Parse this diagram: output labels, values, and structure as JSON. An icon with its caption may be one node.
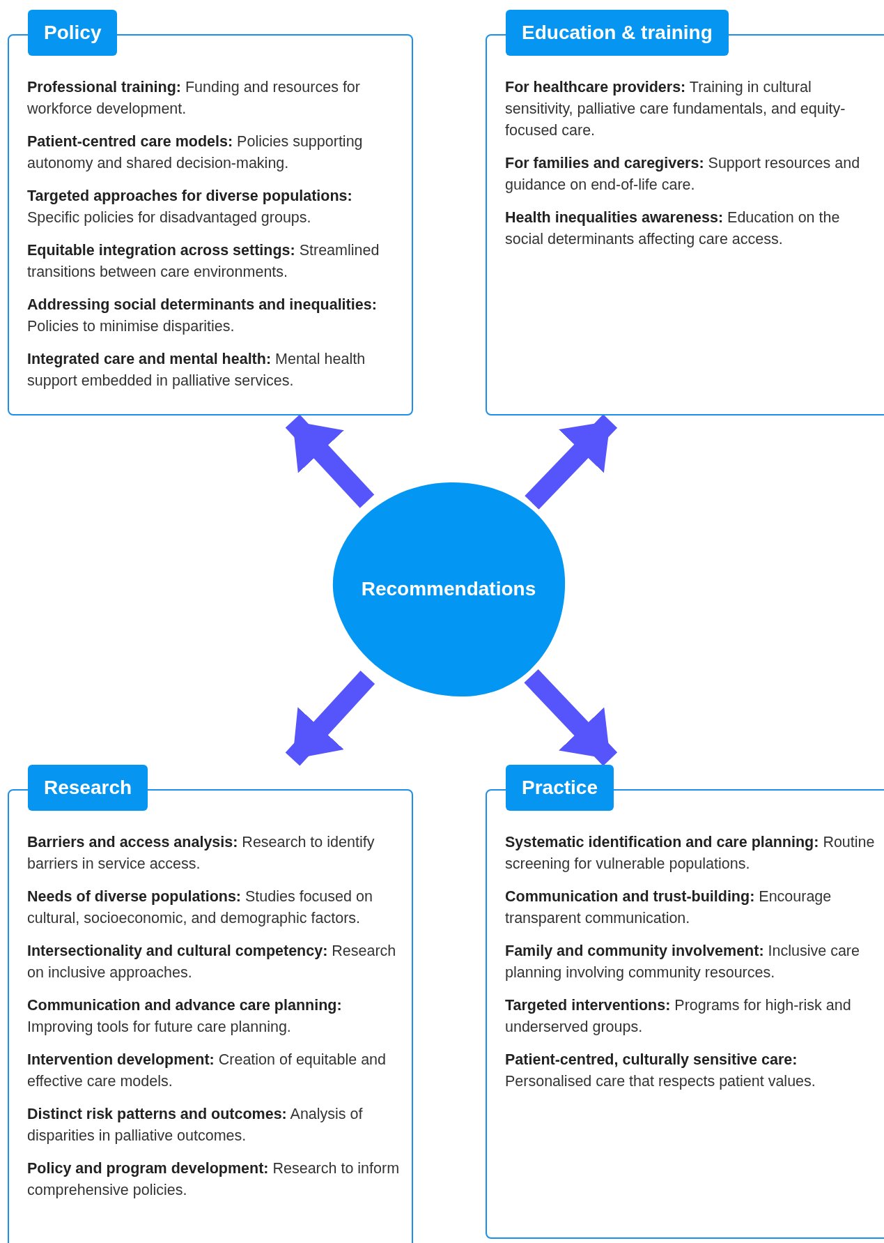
{
  "diagram": {
    "nodes": [
      {
        "text": [
          "Policy",
          "**Professional training:** Funding and resources for workforce development.",
          "**Patient-centred care models:** Policies supporting autonomy and shared decision-making.",
          "**Targeted approaches for diverse populations:** Specific policies for disadvantaged groups.",
          "**Equitable integration across settings:** Streamlined transitions between care environments.",
          "**Addressing social determinants and inequalities:** Policies to minimise disparities.",
          "**Integrated care and mental health:** Mental health support embedded in palliative services."
        ]
      },
      {
        "text": [
          "Education & training",
          "**For healthcare providers:** Training in cultural sensitivity, palliative care fundamentals, and equity-focused care.",
          "**For families and caregivers:** Support resources and guidance on end-of-life care.",
          "**Health inequalities awareness:** Education on the social determinants affecting care access."
        ]
      },
      {
        "text": [
          "Recommendations"
        ]
      },
      {
        "text": [
          "Research",
          "**Barriers and access analysis:** Research to identify barriers in service access.",
          "**Needs of diverse populations:** Studies focused on cultural, socioeconomic, and demographic factors.",
          "**Intersectionality and cultural competency:** Research on inclusive approaches.",
          "**Communication and advance care planning:** Improving tools for future care planning.",
          "**Intervention development:** Creation of equitable and effective care models.",
          "**Distinct risk patterns and outcomes:** Analysis of disparities in palliative outcomes.",
          "**Policy and program development:** Research to inform comprehensive policies."
        ]
      },
      {
        "text": [
          "Practice",
          "**Systematic identification and care planning:** Routine screening for vulnerable populations.",
          "**Communication and trust-building:** Encourage transparent communication.",
          "**Family and community involvement:** Inclusive care planning involving community resources.",
          "**Targeted interventions:** Programs for high-risk and underserved groups.",
          "**Patient-centred, culturally sensitive care:** Personalised care that respects patient values."
        ]
      }
    ],
    "edges": [
      {
        "from": 2,
        "to": 0,
        "arrow": "to"
      },
      {
        "from": 2,
        "to": 1,
        "arrow": "to"
      },
      {
        "from": 2,
        "to": 3,
        "arrow": "to"
      },
      {
        "from": 2,
        "to": 4,
        "arrow": "to"
      }
    ]
  }
}
